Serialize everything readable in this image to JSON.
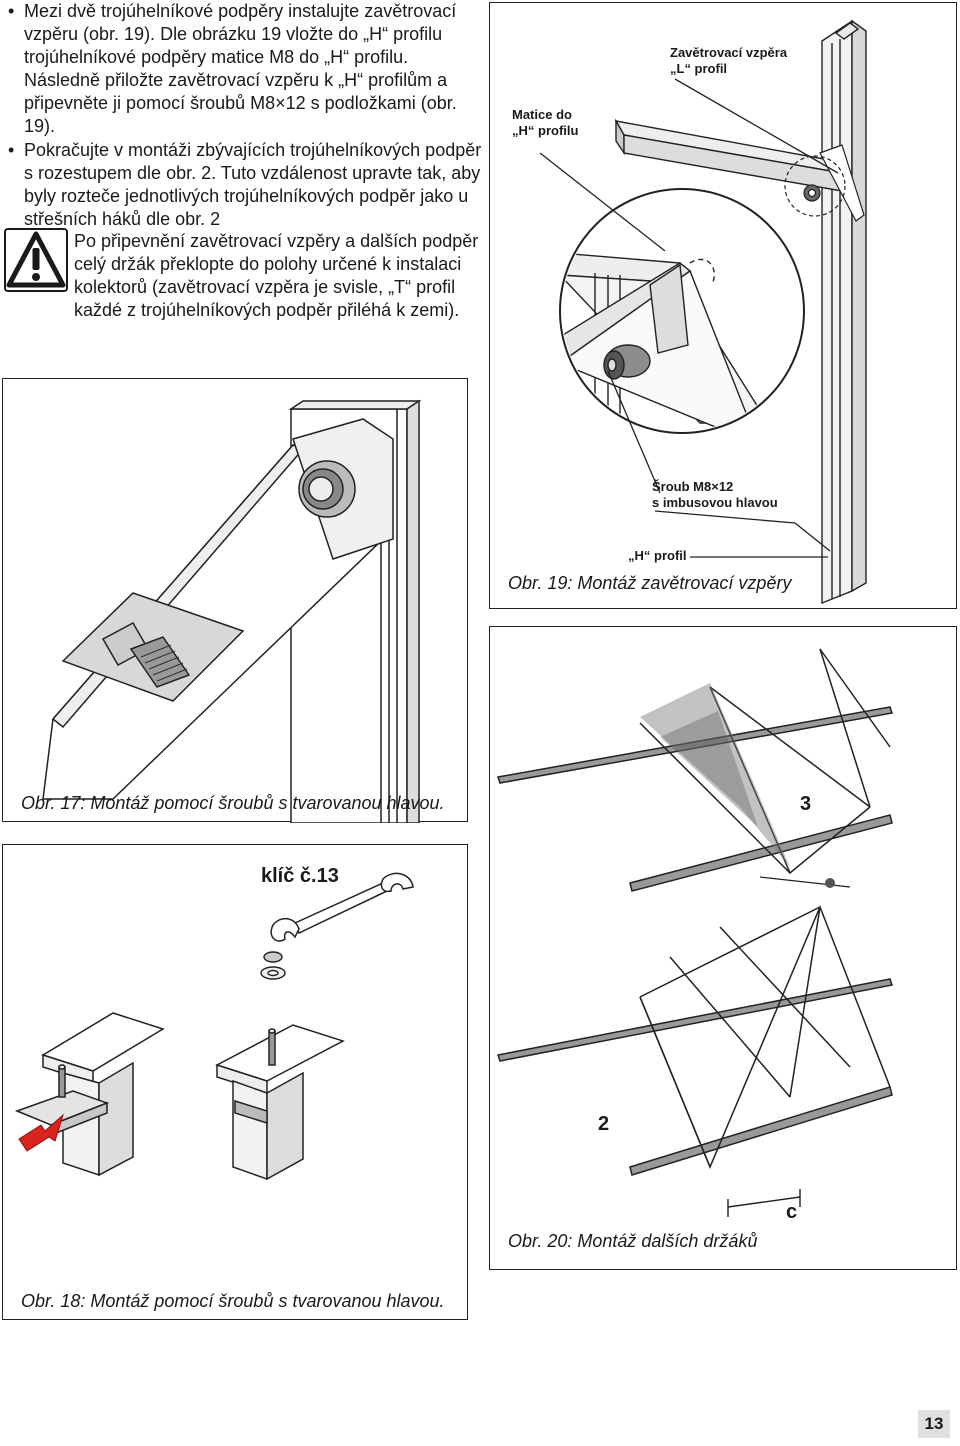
{
  "instructions": {
    "items": [
      "Mezi dvě trojúhelníkové podpěry instalujte zavětrovací vzpěru (obr. 19). Dle obrázku 19 vložte do „H“ profilu trojúhelníkové podpěry matice M8 do „H“ profilu. Následně přiložte zavětrovací vzpěru k „H“ profilům a připevněte ji pomocí šroubů M8×12 s podložkami (obr. 19).",
      "Pokračujte v montáži zbývajících trojúhelníkových podpěr s rozestupem dle obr. 2. Tuto vzdálenost upravte tak, aby byly rozteče jednotlivých trojúhelníkových podpěr jako u střešních háků dle obr. 2"
    ],
    "warning": "Po připevnění zavětrovací vzpěry a dalších podpěr celý držák překlopte do polohy určené k instalaci kolektorů (zavětrovací vzpěra je svisle, „T“ profil každé z trojúhelníkových podpěr přiléhá k zemi)."
  },
  "fig17": {
    "caption": "Obr. 17: Montáž pomocí šroubů s tvarovanou hlavou."
  },
  "fig18": {
    "caption": "Obr. 18: Montáž pomocí šroubů s tvarovanou hlavou.",
    "wrench_label": "klíč č.13"
  },
  "fig19": {
    "caption": "Obr. 19: Montáž zavětrovací vzpěry",
    "label_nut_line1": "Matice do",
    "label_nut_line2": "„H“ profilu",
    "label_brace_line1": "Zavětrovací vzpěra",
    "label_brace_line2": "„L“ profil",
    "label_bolt_line1": "Šroub M8×12",
    "label_bolt_line2": "s imbusovou hlavou",
    "label_hprofile": "„H“ profil"
  },
  "fig20": {
    "caption": "Obr. 20: Montáž dalších držáků",
    "num_3": "3",
    "num_2": "2",
    "letter_c": "c"
  },
  "page_number": "13"
}
